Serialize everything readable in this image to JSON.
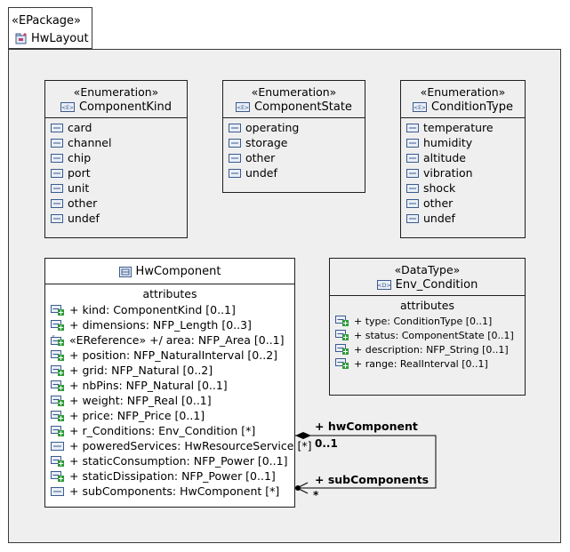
{
  "package": {
    "stereotype": "«EPackage»",
    "name": "HwLayout"
  },
  "enumerations": [
    {
      "stereotype": "«Enumeration»",
      "name": "ComponentKind",
      "literals": [
        "card",
        "channel",
        "chip",
        "port",
        "unit",
        "other",
        "undef"
      ]
    },
    {
      "stereotype": "«Enumeration»",
      "name": "ComponentState",
      "literals": [
        "operating",
        "storage",
        "other",
        "undef"
      ]
    },
    {
      "stereotype": "«Enumeration»",
      "name": "ConditionType",
      "literals": [
        "temperature",
        "humidity",
        "altitude",
        "vibration",
        "shock",
        "other",
        "undef"
      ]
    }
  ],
  "hwcomponent": {
    "name": "HwComponent",
    "section": "attributes",
    "attributes": [
      {
        "text": "+ kind: ComponentKind [0..1]",
        "icon": "eattribute-icon"
      },
      {
        "text": "+ dimensions: NFP_Length [0..3]",
        "icon": "eattribute-icon"
      },
      {
        "text": "«EReference»  +/ area: NFP_Area [0..1]",
        "icon": "ereference-icon"
      },
      {
        "text": "+ position: NFP_NaturalInterval [0..2]",
        "icon": "eattribute-icon"
      },
      {
        "text": "+ grid: NFP_Natural [0..2]",
        "icon": "eattribute-icon"
      },
      {
        "text": "+ nbPins: NFP_Natural [0..1]",
        "icon": "eattribute-icon"
      },
      {
        "text": "+ weight: NFP_Real [0..1]",
        "icon": "eattribute-icon"
      },
      {
        "text": "+ price: NFP_Price [0..1]",
        "icon": "eattribute-icon"
      },
      {
        "text": "+ r_Conditions: Env_Condition [*]",
        "icon": "eattribute-icon"
      },
      {
        "text": "+ poweredServices: HwResourceService [*]",
        "icon": "plain-ref-icon"
      },
      {
        "text": "+ staticConsumption: NFP_Power [0..1]",
        "icon": "eattribute-icon"
      },
      {
        "text": "+ staticDissipation: NFP_Power [0..1]",
        "icon": "eattribute-icon"
      },
      {
        "text": "+ subComponents: HwComponent [*]",
        "icon": "plain-ref-icon"
      }
    ]
  },
  "datatype": {
    "stereotype": "«DataType»",
    "name": "Env_Condition",
    "section": "attributes",
    "attributes": [
      "+ type: ConditionType [0..1]",
      "+ status: ComponentState [0..1]",
      "+ description: NFP_String [0..1]",
      "+ range: RealInterval [0..1]"
    ]
  },
  "association": {
    "end1_role": "+ hwComponent",
    "end1_mult": "0..1",
    "end2_role": "+ subComponents",
    "end2_mult": "*"
  }
}
